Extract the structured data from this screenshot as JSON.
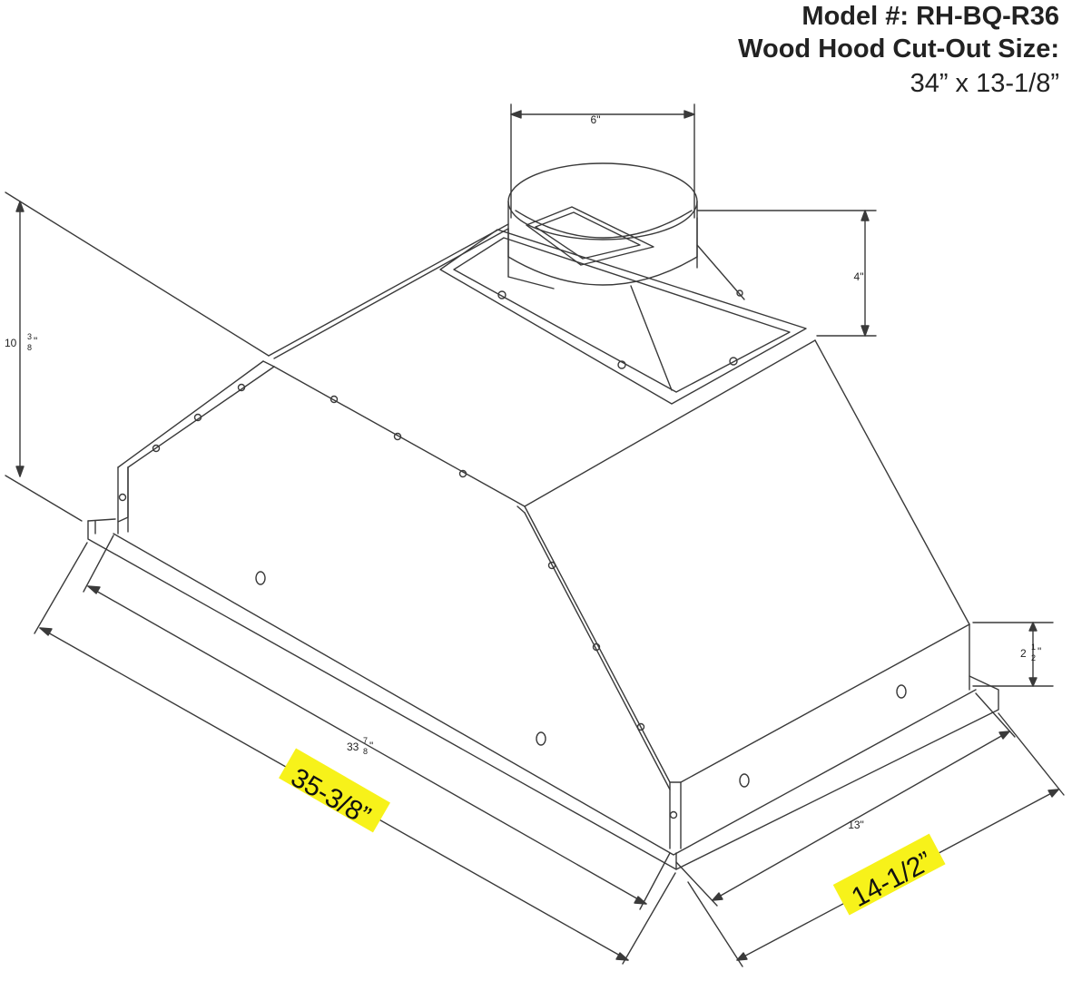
{
  "header": {
    "model": "Model #: RH-BQ-R36",
    "cutout_label": "Wood Hood Cut-Out Size:",
    "cutout_value": "34” x 13-1/8”"
  },
  "dimensions": {
    "duct_diameter": "6\"",
    "collar_height": "4\"",
    "body_height_whole": "10",
    "body_height_num": "3",
    "body_height_den": "8",
    "body_height_unit": "\"",
    "body_length_whole": "33",
    "body_length_num": "7",
    "body_length_den": "8",
    "body_length_unit": "\"",
    "depth": "13\"",
    "flange_height_whole": "2",
    "flange_height_num": "1",
    "flange_height_den": "2",
    "flange_height_unit": "\"",
    "overall_length": "35-3/8”",
    "overall_depth": "14-1/2”"
  },
  "colors": {
    "line": "#3a3a3a",
    "highlight": "#f7f21a",
    "background": "#ffffff"
  }
}
